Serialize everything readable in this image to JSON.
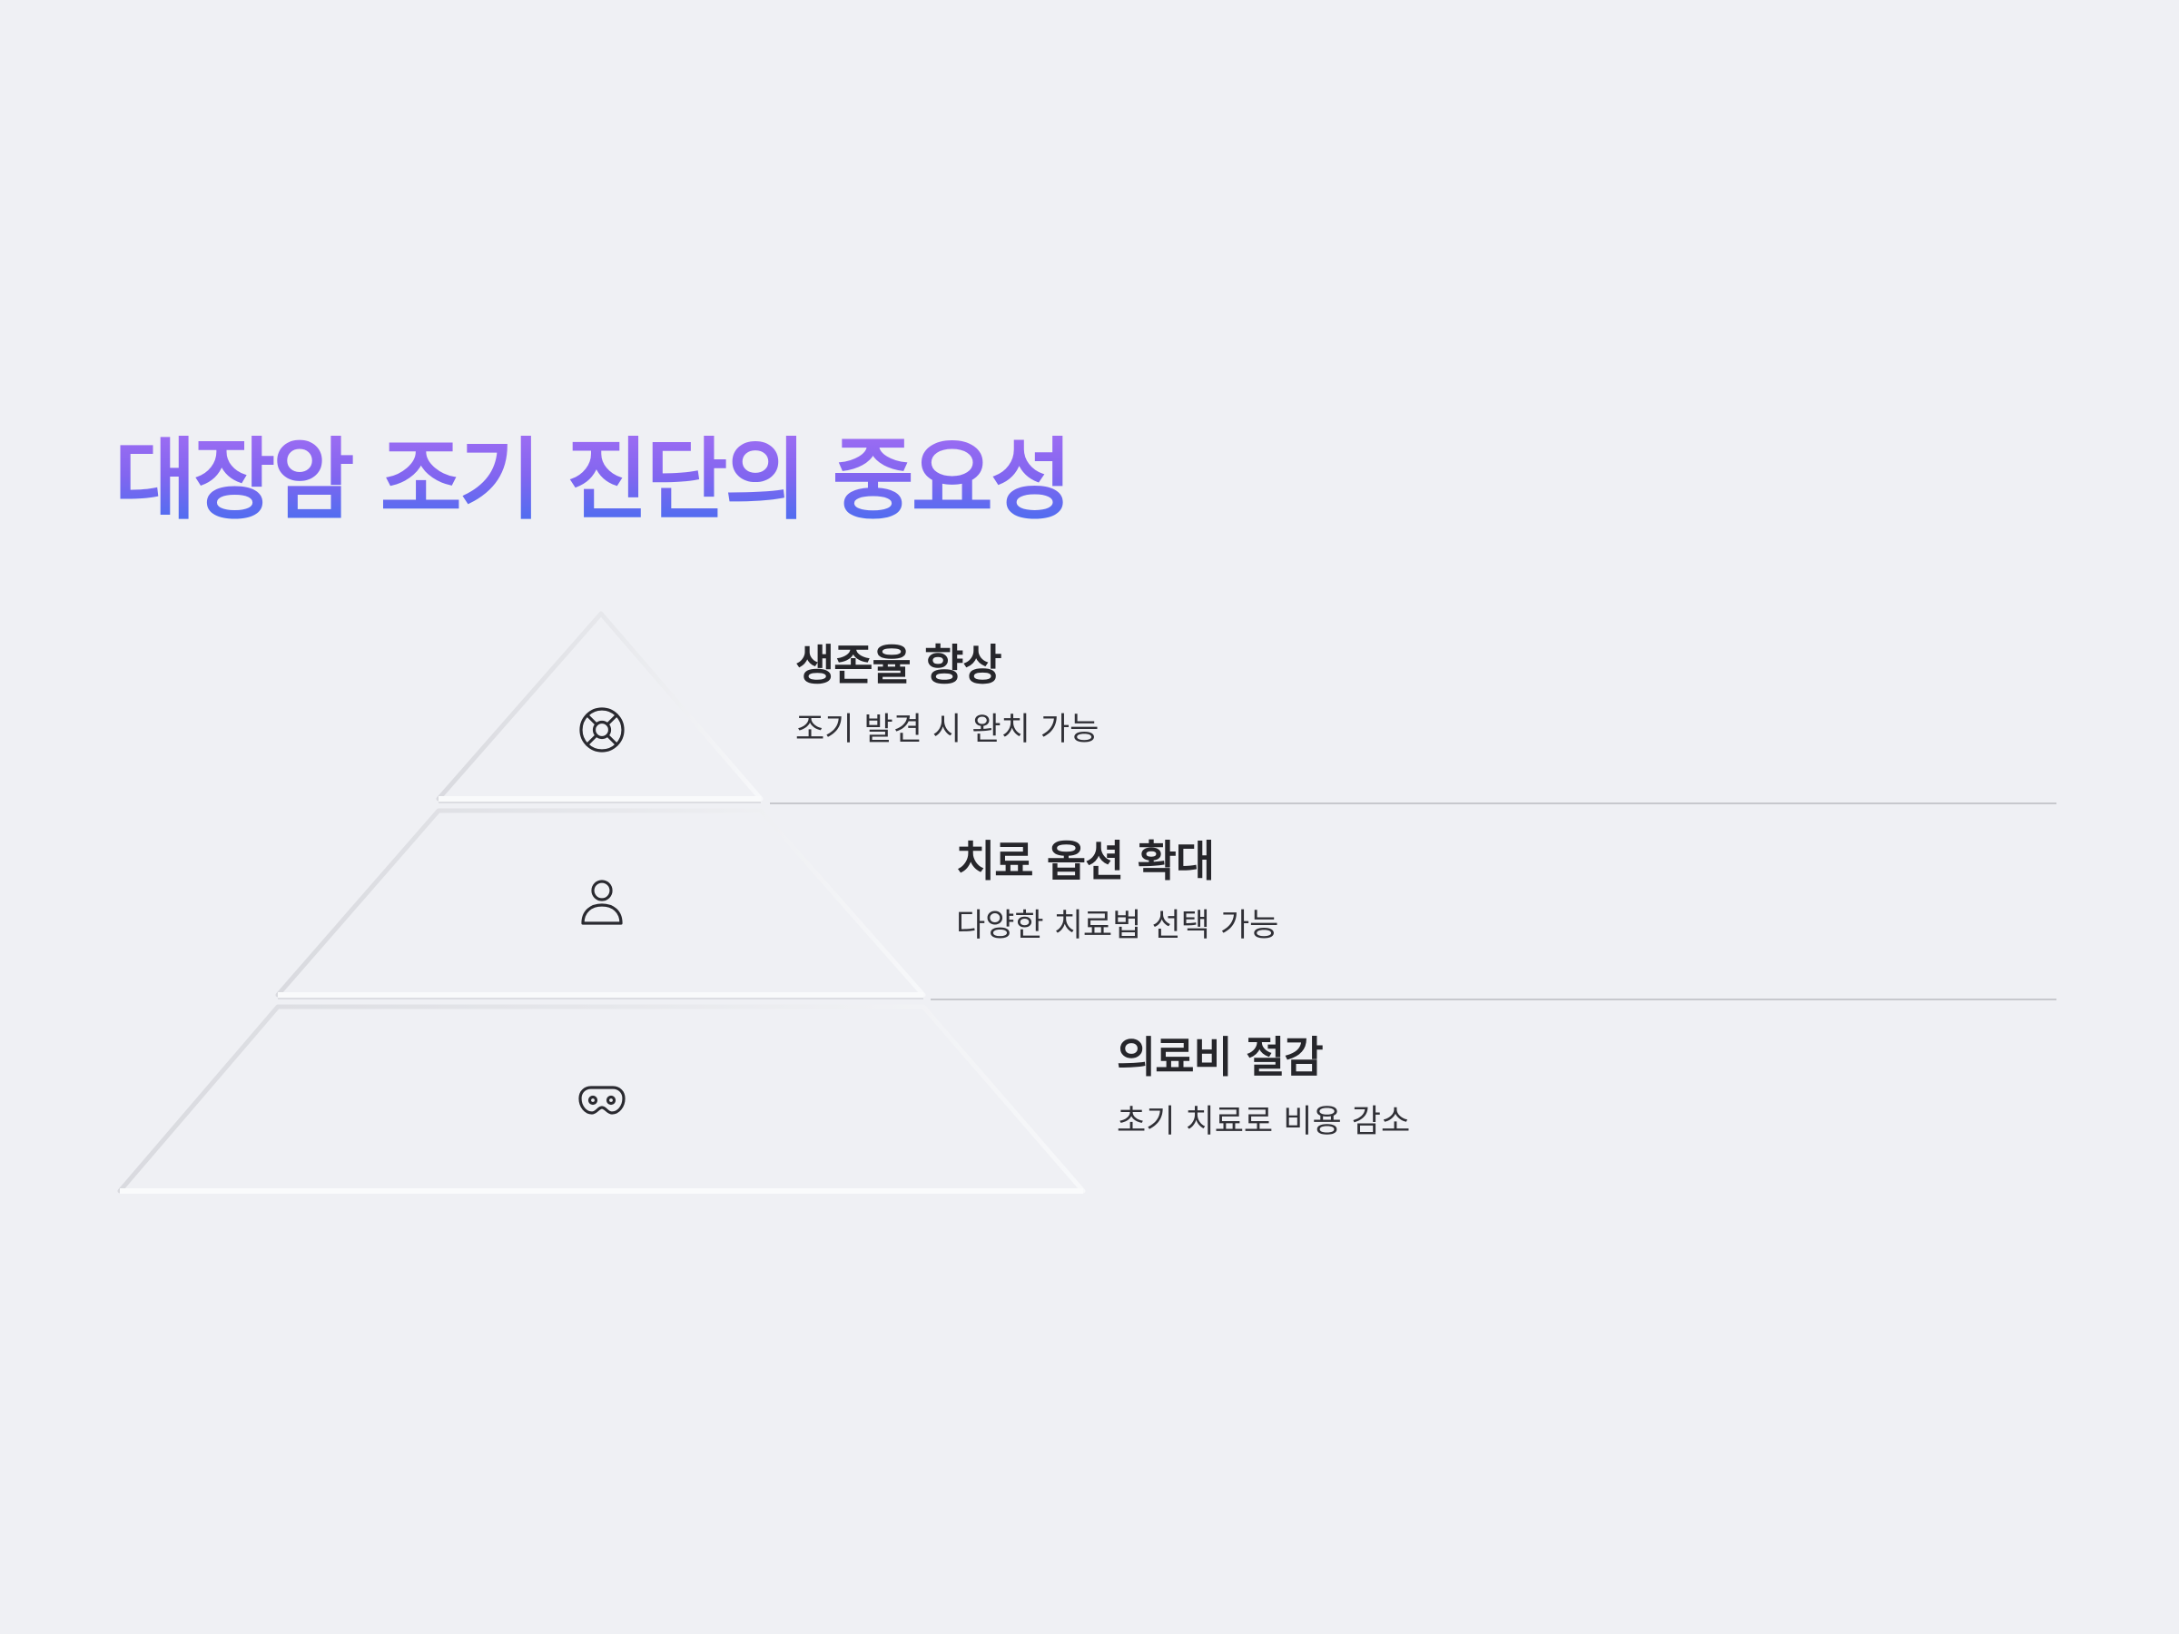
{
  "title": "대장암 조기 진단의 중요성",
  "levels": [
    {
      "heading": "생존율 향상",
      "description": "조기 발견 시 완치 가능",
      "icon": "lifebuoy-icon"
    },
    {
      "heading": "치료 옵션 확대",
      "description": "다양한 치료법 선택 가능",
      "icon": "person-icon"
    },
    {
      "heading": "의료비 절감",
      "description": "초기 치료로 비용 감소",
      "icon": "mask-icon"
    }
  ],
  "colors": {
    "background": "#eff0f4",
    "title_gradient_top": "#9b6cf2",
    "title_gradient_bottom": "#4a6ef0",
    "text_dark": "#26262b",
    "divider": "#c7c8cd"
  }
}
